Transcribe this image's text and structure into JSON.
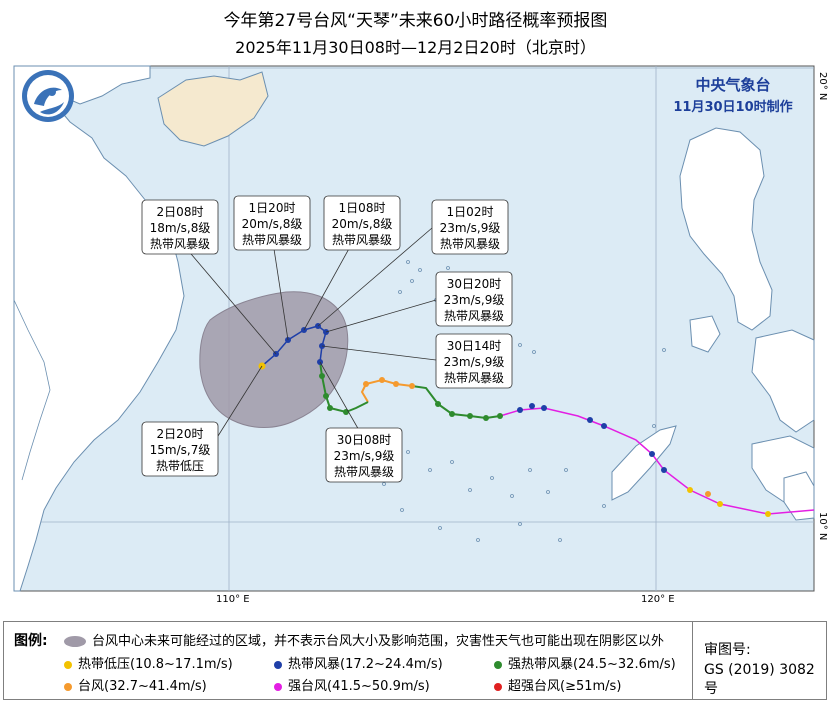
{
  "header": {
    "title": "今年第27号台风“天琴”未来60小时路径概率预报图",
    "subtitle": "2025年11月30日08时—12月2日20时（北京时）"
  },
  "agency": {
    "name": "中央气象台",
    "issued": "11月30日10时制作"
  },
  "axis_labels": {
    "lon_110": "110° E",
    "lon_120": "120° E",
    "lat_20": "20° N",
    "lat_10": "10° N"
  },
  "forecast_labels": [
    {
      "l1": "2日08时",
      "l2": "18m/s,8级",
      "l3": "热带风暴级"
    },
    {
      "l1": "1日20时",
      "l2": "20m/s,8级",
      "l3": "热带风暴级"
    },
    {
      "l1": "1日08时",
      "l2": "20m/s,8级",
      "l3": "热带风暴级"
    },
    {
      "l1": "1日02时",
      "l2": "23m/s,9级",
      "l3": "热带风暴级"
    },
    {
      "l1": "30日20时",
      "l2": "23m/s,9级",
      "l3": "热带风暴级"
    },
    {
      "l1": "30日14时",
      "l2": "23m/s,9级",
      "l3": "热带风暴级"
    },
    {
      "l1": "30日08时",
      "l2": "23m/s,9级",
      "l3": "热带风暴级"
    },
    {
      "l1": "2日20时",
      "l2": "15m/s,7级",
      "l3": "热带低压"
    }
  ],
  "legend": {
    "title": "图例:",
    "cone_text": "台风中心未来可能经过的区域，并不表示台风大小及影响范围，灾害性天气也可能出现在阴影区以外",
    "items": [
      {
        "label": "热带低压(10.8~17.1m/s)",
        "color": "#f2c200"
      },
      {
        "label": "热带风暴(17.2~24.4m/s)",
        "color": "#1f3fa8"
      },
      {
        "label": "强热带风暴(24.5~32.6m/s)",
        "color": "#2e8b2e"
      },
      {
        "label": "台风(32.7~41.4m/s)",
        "color": "#f59a2e"
      },
      {
        "label": "强台风(41.5~50.9m/s)",
        "color": "#e31ee3"
      },
      {
        "label": "超强台风(≥51m/s)",
        "color": "#e02020"
      }
    ],
    "approval_label": "审图号:",
    "approval_code": "GS (2019) 3082号"
  },
  "colors": {
    "sea": "#dcebf5",
    "land": "#ffffff",
    "island_land": "#f5e9cf",
    "cone": "#a09aa8",
    "past_track_pink": "#e31ee3",
    "grid": "#9fb3c8"
  }
}
